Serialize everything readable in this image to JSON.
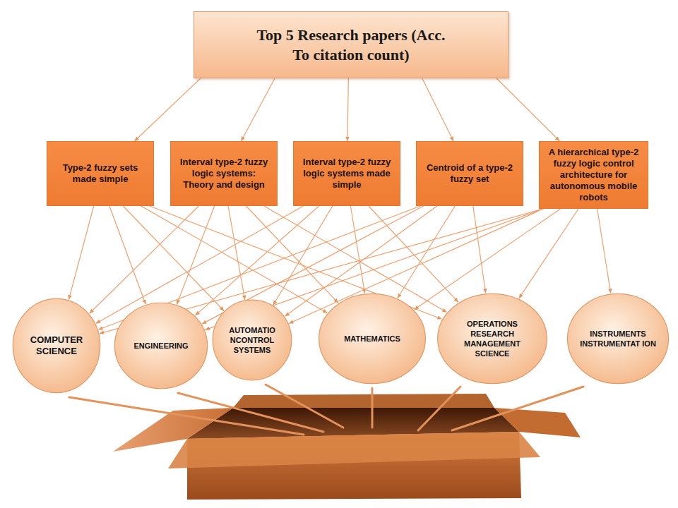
{
  "diagram": {
    "nodes": [
      {
        "text": [
          "Top 5 Research papers (Acc. To citation count)"
        ]
      },
      {
        "text": [
          "Type-2 fuzzy sets made simple"
        ]
      },
      {
        "text": [
          "Interval type-2 fuzzy logic systems: Theory and design"
        ]
      },
      {
        "text": [
          "Interval type-2 fuzzy logic systems made simple"
        ]
      },
      {
        "text": [
          "Centroid of a type-2 fuzzy set"
        ]
      },
      {
        "text": [
          "A hierarchical type-2 fuzzy logic control architecture for autonomous mobile robots"
        ]
      },
      {
        "text": [
          "COMPUTER SCIENCE"
        ]
      },
      {
        "text": [
          "ENGINEERING"
        ]
      },
      {
        "text": [
          "AUTOMATIO NCONTROL SYSTEMS"
        ]
      },
      {
        "text": [
          "MATHEMATICS"
        ]
      },
      {
        "text": [
          "OPERATIONS RESEARCH MANAGEMENT SCIENCE"
        ]
      },
      {
        "text": [
          "INSTRUMENTS INSTRUMENTAT ION"
        ]
      }
    ],
    "edges": [
      {
        "from": 0,
        "to": 1,
        "arrow": "to"
      },
      {
        "from": 0,
        "to": 2,
        "arrow": "to"
      },
      {
        "from": 0,
        "to": 3,
        "arrow": "to"
      },
      {
        "from": 0,
        "to": 4,
        "arrow": "to"
      },
      {
        "from": 0,
        "to": 5,
        "arrow": "to"
      },
      {
        "from": 1,
        "to": 6,
        "arrow": "to"
      },
      {
        "from": 1,
        "to": 7,
        "arrow": "to"
      },
      {
        "from": 1,
        "to": 8,
        "arrow": "to"
      },
      {
        "from": 1,
        "to": 9,
        "arrow": "to"
      },
      {
        "from": 1,
        "to": 10,
        "arrow": "to"
      },
      {
        "from": 2,
        "to": 6,
        "arrow": "to"
      },
      {
        "from": 2,
        "to": 7,
        "arrow": "to"
      },
      {
        "from": 2,
        "to": 8,
        "arrow": "to"
      },
      {
        "from": 2,
        "to": 9,
        "arrow": "to"
      },
      {
        "from": 2,
        "to": 10,
        "arrow": "to"
      },
      {
        "from": 3,
        "to": 6,
        "arrow": "to"
      },
      {
        "from": 3,
        "to": 7,
        "arrow": "to"
      },
      {
        "from": 3,
        "to": 8,
        "arrow": "to"
      },
      {
        "from": 3,
        "to": 9,
        "arrow": "to"
      },
      {
        "from": 3,
        "to": 10,
        "arrow": "to"
      },
      {
        "from": 4,
        "to": 6,
        "arrow": "to"
      },
      {
        "from": 4,
        "to": 7,
        "arrow": "to"
      },
      {
        "from": 4,
        "to": 8,
        "arrow": "to"
      },
      {
        "from": 4,
        "to": 9,
        "arrow": "to"
      },
      {
        "from": 4,
        "to": 10,
        "arrow": "to"
      },
      {
        "from": 5,
        "to": 6,
        "arrow": "to"
      },
      {
        "from": 5,
        "to": 7,
        "arrow": "to"
      },
      {
        "from": 5,
        "to": 8,
        "arrow": "to"
      },
      {
        "from": 5,
        "to": 9,
        "arrow": "to"
      },
      {
        "from": 5,
        "to": 10,
        "arrow": "to"
      },
      {
        "from": 5,
        "to": 11,
        "arrow": "to"
      }
    ]
  }
}
